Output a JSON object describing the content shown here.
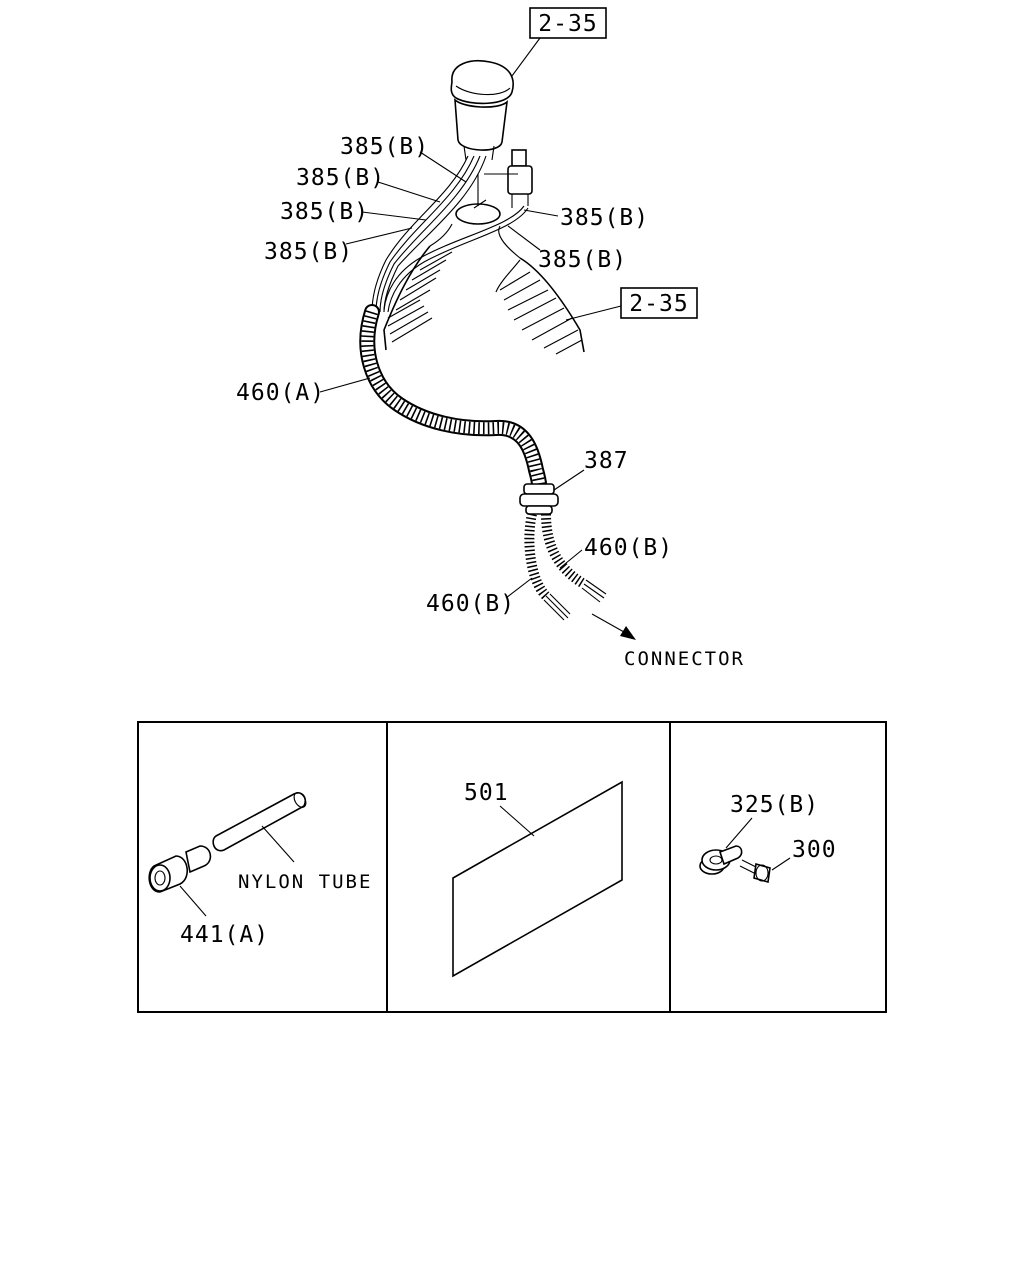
{
  "refs": {
    "top": "2-35",
    "right": "2-35"
  },
  "labels": {
    "w1": "385(B)",
    "w2": "385(B)",
    "w3": "385(B)",
    "w4": "385(B)",
    "w5": "385(B)",
    "w6": "385(B)",
    "conduit_main": "460(A)",
    "grommet": "387",
    "conduit_right": "460(B)",
    "conduit_left": "460(B)",
    "connector": "CONNECTOR"
  },
  "panels": {
    "left": {
      "tube_label": "NYLON TUBE",
      "fitting_label": "441(A)"
    },
    "middle": {
      "sheet_label": "501"
    },
    "right": {
      "clip_label": "325(B)",
      "bolt_label": "300"
    }
  }
}
